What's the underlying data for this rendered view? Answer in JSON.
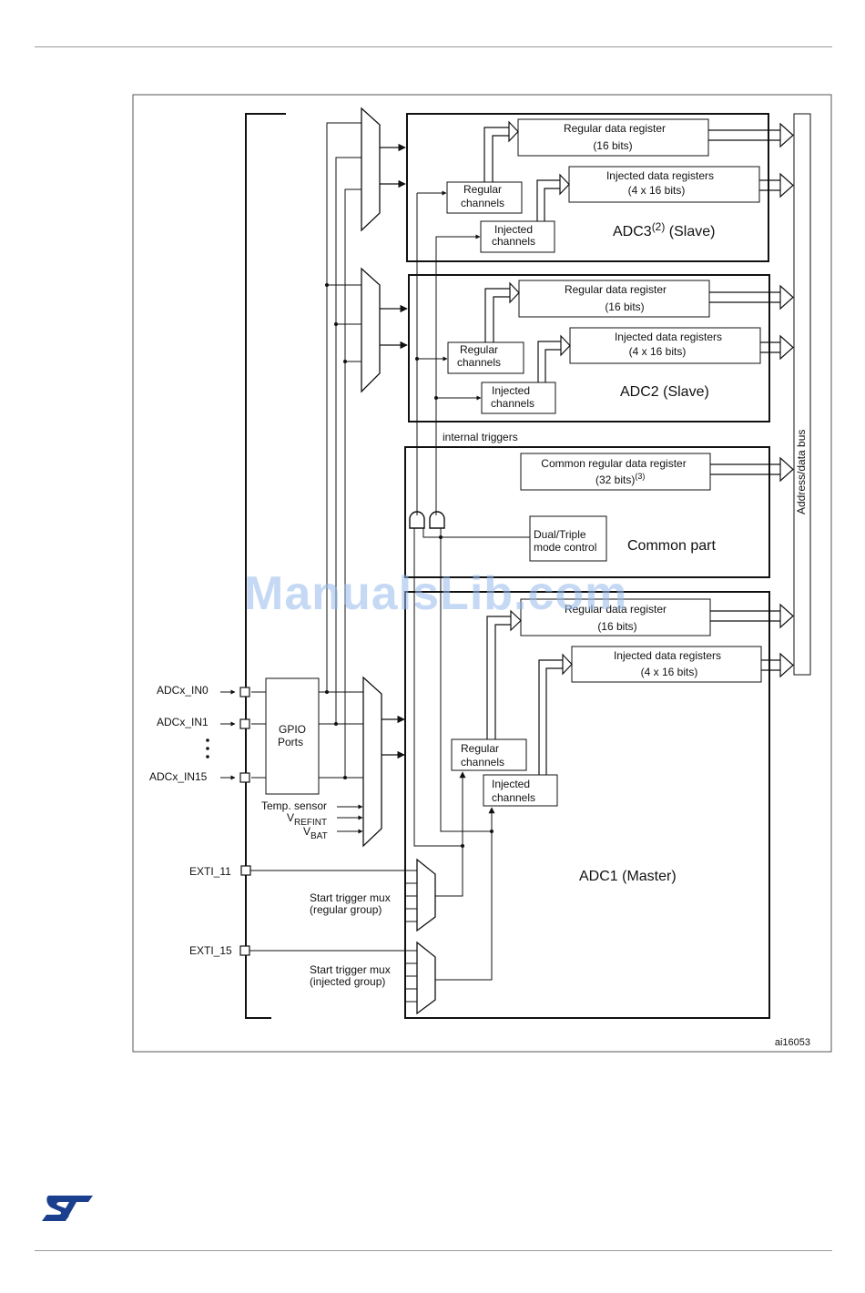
{
  "watermark": "ManualsLib.com",
  "figure_id": "ai16053",
  "logo_text": "ST",
  "colors": {
    "line": "#111111",
    "logo": "#1b3f8f",
    "watermark": "#a9c4ee"
  },
  "adc3": {
    "title_prefix": "ADC3",
    "title_sup": "(2)",
    "title_suffix": " (Slave)",
    "regular_reg": [
      "Regular data register",
      "(16 bits)"
    ],
    "injected_reg": [
      "Injected data registers",
      "(4 x 16 bits)"
    ],
    "regular_ch": [
      "Regular",
      "channels"
    ],
    "injected_ch": [
      "Injected",
      "channels"
    ]
  },
  "adc2": {
    "title": "ADC2 (Slave)",
    "regular_reg": [
      "Regular data register",
      "(16 bits)"
    ],
    "injected_reg": [
      "Injected data registers",
      "(4 x 16 bits)"
    ],
    "regular_ch": [
      "Regular",
      "channels"
    ],
    "injected_ch": [
      "Injected",
      "channels"
    ]
  },
  "internal_triggers": "internal triggers",
  "common": {
    "title": "Common part",
    "reg_line1": "Common regular data register",
    "reg_line2": "(32 bits)",
    "reg_sup": "(3)",
    "mode": [
      "Dual/Triple",
      "mode  control"
    ]
  },
  "adc1": {
    "title": "ADC1 (Master)",
    "regular_reg": [
      "Regular data register",
      "(16 bits)"
    ],
    "injected_reg": [
      "Injected data registers",
      "(4 x 16 bits)"
    ],
    "regular_ch": [
      "Regular",
      "channels"
    ],
    "injected_ch": [
      "Injected",
      "channels"
    ]
  },
  "bus": "Address/data bus",
  "inputs": {
    "in0": "ADCx_IN0",
    "in1": "ADCx_IN1",
    "in15": "ADCx_IN15",
    "gpio": [
      "GPIO",
      "Ports"
    ],
    "temp": "Temp. sensor",
    "vrefint": "V",
    "vrefint_sub": "REFINT",
    "vbat": "V",
    "vbat_sub": "BAT"
  },
  "exti11": "EXTI_11",
  "exti15": "EXTI_15",
  "mux_regular": [
    "Start trigger mux",
    "(regular group)"
  ],
  "mux_injected": [
    "Start trigger mux",
    "(injected group)"
  ]
}
